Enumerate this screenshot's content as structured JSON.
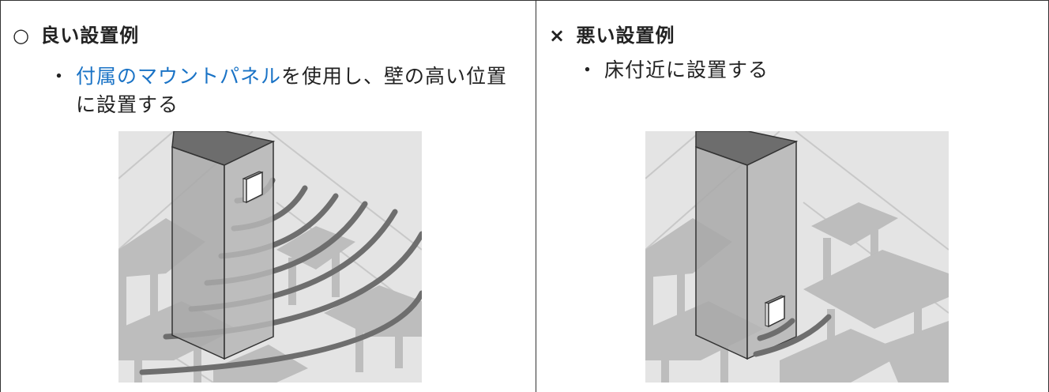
{
  "good": {
    "mark": "○",
    "title": "良い設置例",
    "bullet_dot": "・",
    "link_text": "付属のマウントパネル",
    "text_line1_rest": "を使用し、壁の高い位置",
    "text_line2": "に設置する"
  },
  "bad": {
    "mark": "×",
    "title": "悪い設置例",
    "bullet_dot": "・",
    "text_line1": "床付近に設置する"
  },
  "colors": {
    "link": "#1a73c6",
    "floor": "#e4e4e4",
    "furniture": "#bdbdbd",
    "pillar_front": "#a9a9a9",
    "pillar_side": "#b6b6b6",
    "pillar_top": "#6d6d6d",
    "wave": "#6e6e6e"
  },
  "icons": {
    "device": "access-point-icon"
  }
}
